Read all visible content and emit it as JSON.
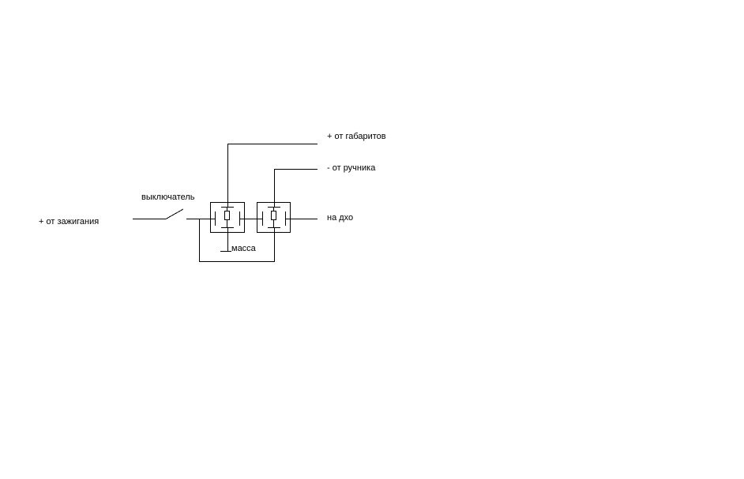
{
  "labels": {
    "ignition": "+ от зажигания",
    "switch": "выключатель",
    "parking_lights": "+ от габаритов",
    "handbrake": "- от ручника",
    "drl": "на дхо",
    "ground": "масса"
  },
  "colors": {
    "line": "#000000",
    "background": "#ffffff"
  }
}
